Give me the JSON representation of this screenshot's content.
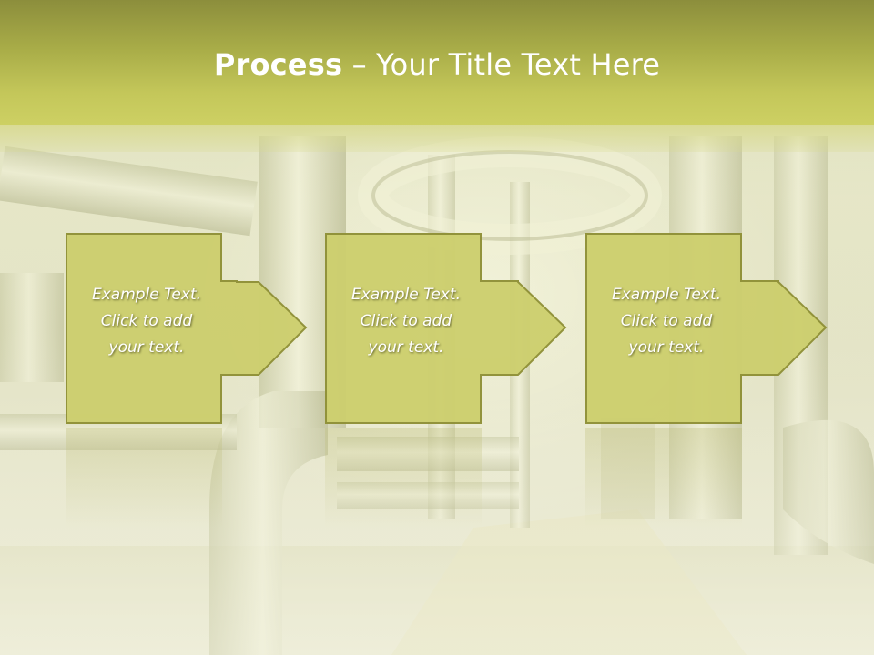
{
  "slide": {
    "title_bold": "Process",
    "title_rest": " – Your Title Text Here"
  },
  "steps": [
    {
      "line1": "Example Text.",
      "line2": "Click  to add",
      "line3": "your text."
    },
    {
      "line1": "Example Text.",
      "line2": "Click  to add",
      "line3": "your text."
    },
    {
      "line1": "Example Text.",
      "line2": "Click  to add",
      "line3": "your text."
    }
  ],
  "colors": {
    "header_top": "#8c8e3c",
    "header_bottom": "#cdd063",
    "box_fill": "#cdcf6e",
    "box_border": "#8f9036",
    "text": "#ffffff"
  }
}
